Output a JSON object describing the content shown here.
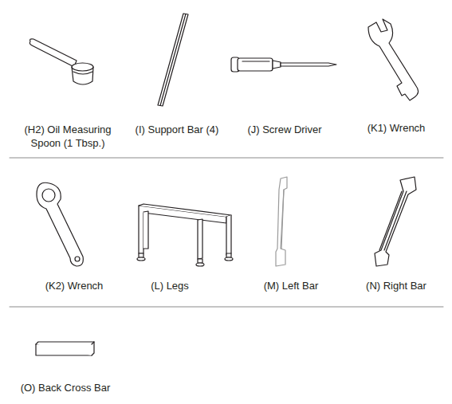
{
  "diagram": {
    "labels": [
      "(H2) Oil Measuring Spoon (1 Tbsp.)",
      "(I) Support Bar (4)",
      "(J) Screw Driver",
      "(K1) Wrench",
      "(K2) Wrench",
      "(L) Legs",
      "(M) Left Bar",
      "(N) Right Bar",
      "(O) Back Cross Bar"
    ]
  }
}
